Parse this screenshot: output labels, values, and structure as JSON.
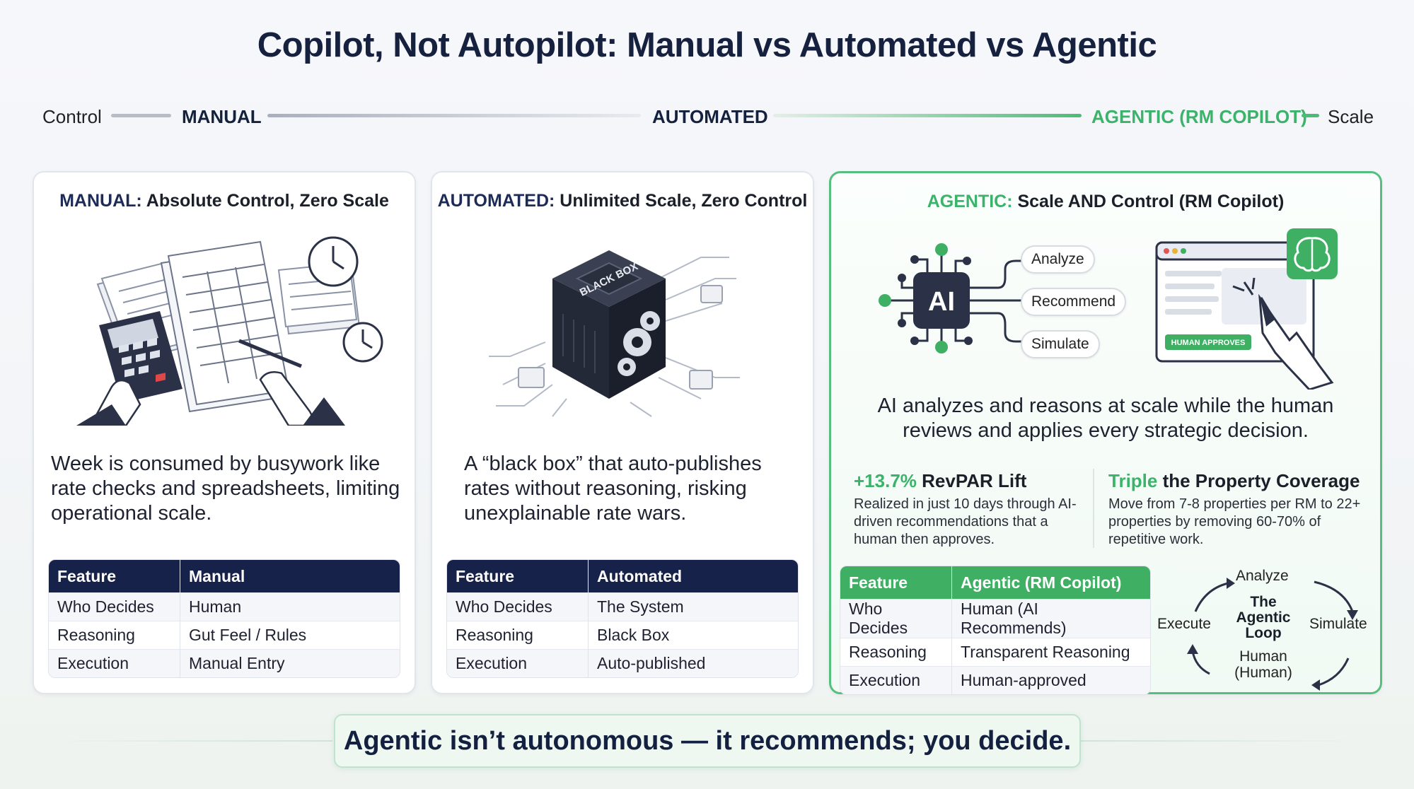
{
  "title": "Copilot, Not Autopilot: Manual vs Automated vs Agentic",
  "spectrum": {
    "left_label": "Control",
    "manual": "MANUAL",
    "automated": "AUTOMATED",
    "agentic": "AGENTIC (RM COPILOT)",
    "right_label": "Scale"
  },
  "manual": {
    "head_prefix": "MANUAL:",
    "head_rest": " Absolute Control, Zero Scale",
    "description": "Week is consumed by busywork like rate checks and spreadsheets, limiting operational scale.",
    "table": {
      "headers": [
        "Feature",
        "Manual"
      ],
      "rows": [
        [
          "Who Decides",
          "Human"
        ],
        [
          "Reasoning",
          "Gut Feel / Rules"
        ],
        [
          "Execution",
          "Manual Entry"
        ]
      ]
    }
  },
  "automated": {
    "head_prefix": "AUTOMATED:",
    "head_rest": " Unlimited Scale, Zero Control",
    "description": "A “black box” that auto-publishes rates without reasoning, risking unexplainable rate wars.",
    "cube_label": "BLACK BOX",
    "table": {
      "headers": [
        "Feature",
        "Automated"
      ],
      "rows": [
        [
          "Who Decides",
          "The System"
        ],
        [
          "Reasoning",
          "Black Box"
        ],
        [
          "Execution",
          "Auto-published"
        ]
      ]
    }
  },
  "agentic": {
    "head_prefix": "AGENTIC:",
    "head_rest": " Scale AND Control (RM Copilot)",
    "chip_label": "AI",
    "pills": [
      "Analyze",
      "Recommend",
      "Simulate"
    ],
    "approve_label": "HUMAN APPROVES",
    "description": "AI analyzes and reasons at scale while the human reviews and applies every strategic decision.",
    "stat1": {
      "highlight": "+13.7%",
      "title": " RevPAR Lift",
      "text": "Realized in just 10 days through AI-driven recommendations that a human then approves."
    },
    "stat2": {
      "highlight": "Triple",
      "title": " the Property Coverage",
      "text": "Move from 7-8 properties per RM to 22+ properties by removing 60-70% of repetitive work."
    },
    "table": {
      "headers": [
        "Feature",
        "Agentic (RM Copilot)"
      ],
      "rows": [
        [
          "Who Decides",
          "Human (AI Recommends)"
        ],
        [
          "Reasoning",
          "Transparent Reasoning"
        ],
        [
          "Execution",
          "Human-approved"
        ]
      ]
    },
    "loop": {
      "top": "Analyze",
      "left": "Execute",
      "right": "Simulate",
      "bottom": "Human (Human)",
      "center": "The Agentic Loop"
    }
  },
  "footer": "Agentic isn’t autonomous — it recommends; you decide.",
  "colors": {
    "navy": "#17224a",
    "green": "#3eaf63",
    "accent_green": "#3bb36a"
  }
}
